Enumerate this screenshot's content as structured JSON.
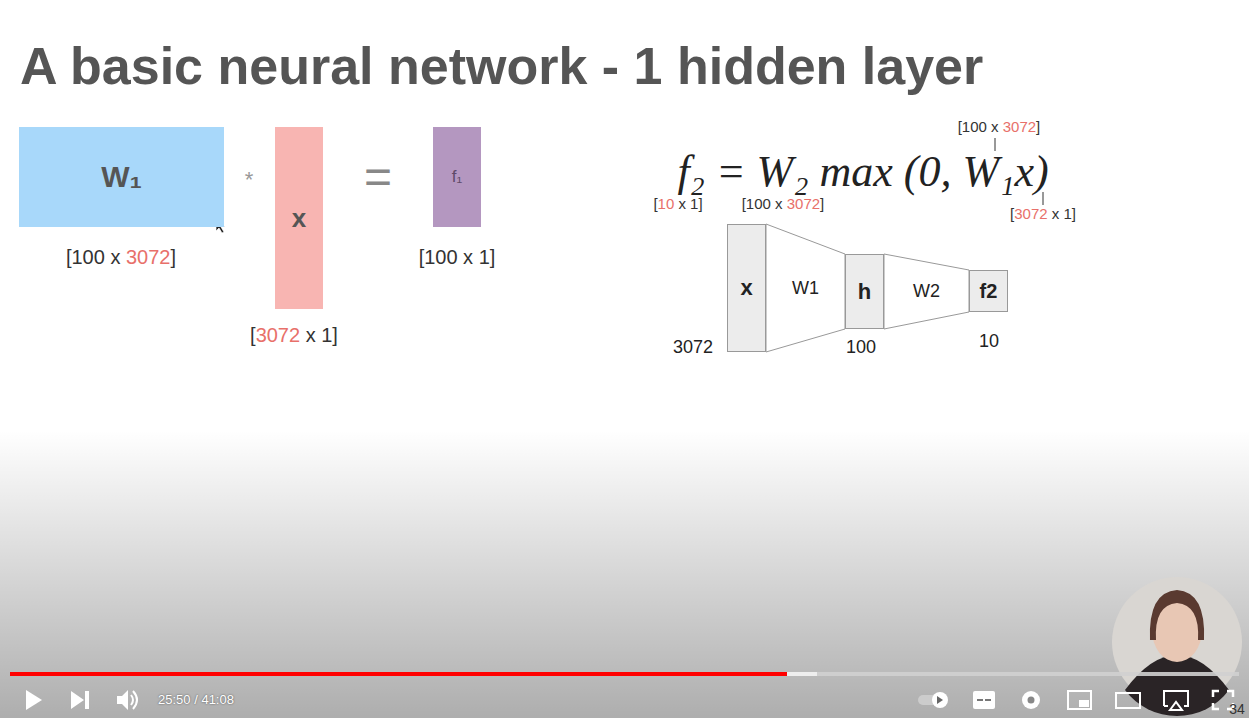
{
  "diagram": {
    "title": "A basic neural network - 1 hidden layer",
    "nodes": [
      {
        "text": [
          "W₁"
        ]
      },
      {
        "text": [
          "x"
        ]
      },
      {
        "text": [
          "f₁"
        ]
      },
      {
        "text": [
          "x"
        ]
      },
      {
        "text": [
          "W1"
        ]
      },
      {
        "text": [
          "h"
        ]
      },
      {
        "text": [
          "W2"
        ]
      },
      {
        "text": [
          "f2"
        ]
      }
    ],
    "labels": [
      "*",
      "=",
      "[100 x 3072]",
      "[3072 x 1]",
      "[100 x 1]",
      "f₂ = W₂ max (0, W₁x)",
      "[100 x 3072]",
      "[10 x 1]",
      "[100 x 3072]",
      "[3072 x 1]",
      "3072",
      "100",
      "10",
      "25:50 / 41:08",
      "34"
    ]
  }
}
